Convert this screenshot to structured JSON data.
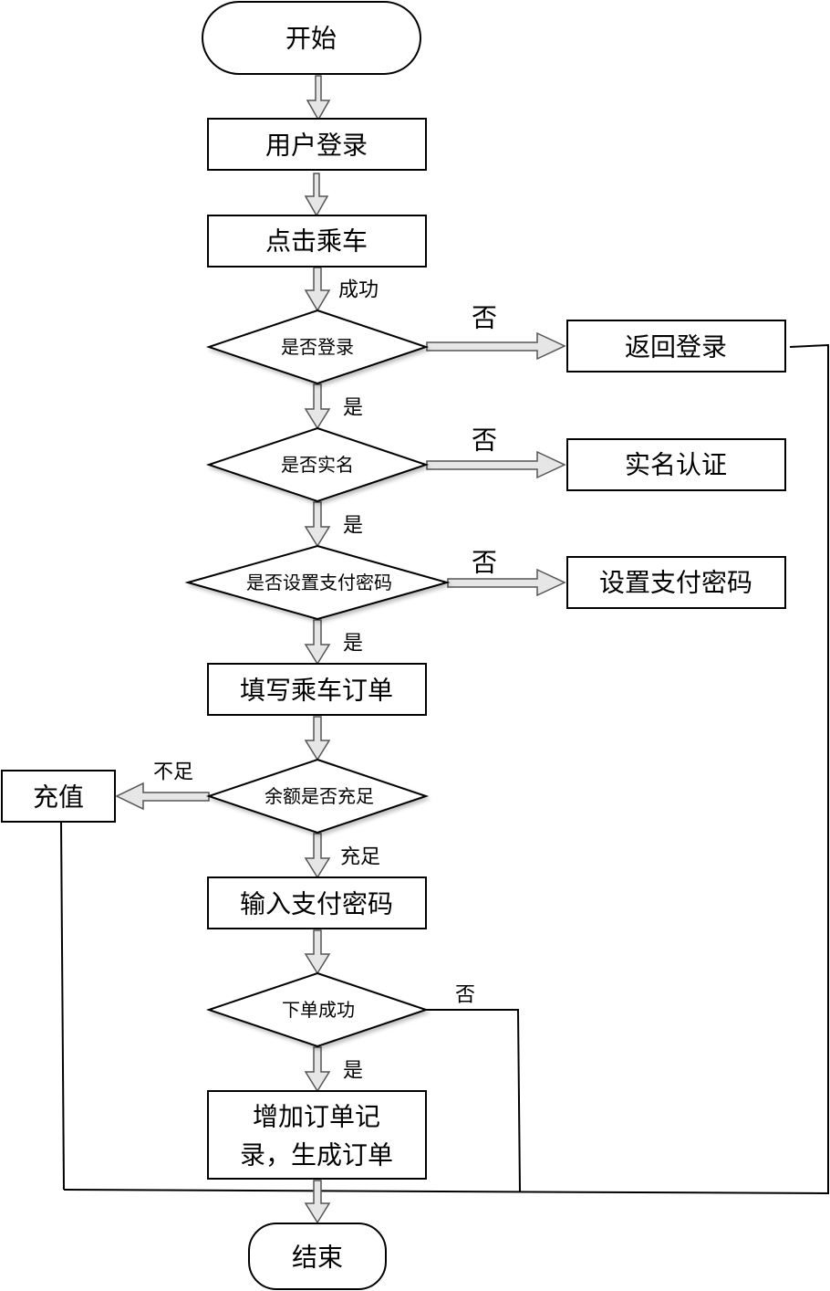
{
  "diagram": {
    "type": "flowchart",
    "nodes": {
      "start": "开始",
      "login": "用户登录",
      "ride": "点击乘车",
      "is_logged_in": "是否登录",
      "back_login": "返回登录",
      "is_realname": "是否实名",
      "realname_auth": "实名认证",
      "has_pay_pwd": "是否设置支付密码",
      "set_pay_pwd": "设置支付密码",
      "fill_order": "填写乘车订单",
      "balance_enough": "余额是否充足",
      "recharge": "充值",
      "enter_pay_pwd": "输入支付密码",
      "order_success": "下单成功",
      "add_record_line1": "增加订单记",
      "add_record_line2": "录，生成订单",
      "end": "结束"
    },
    "edge_labels": {
      "success": "成功",
      "no_login": "否",
      "yes_login": "是",
      "no_realname": "否",
      "yes_realname": "是",
      "no_paypwd": "否",
      "yes_paypwd": "是",
      "insufficient": "不足",
      "sufficient": "充足",
      "no_order": "否",
      "yes_order": "是"
    }
  }
}
